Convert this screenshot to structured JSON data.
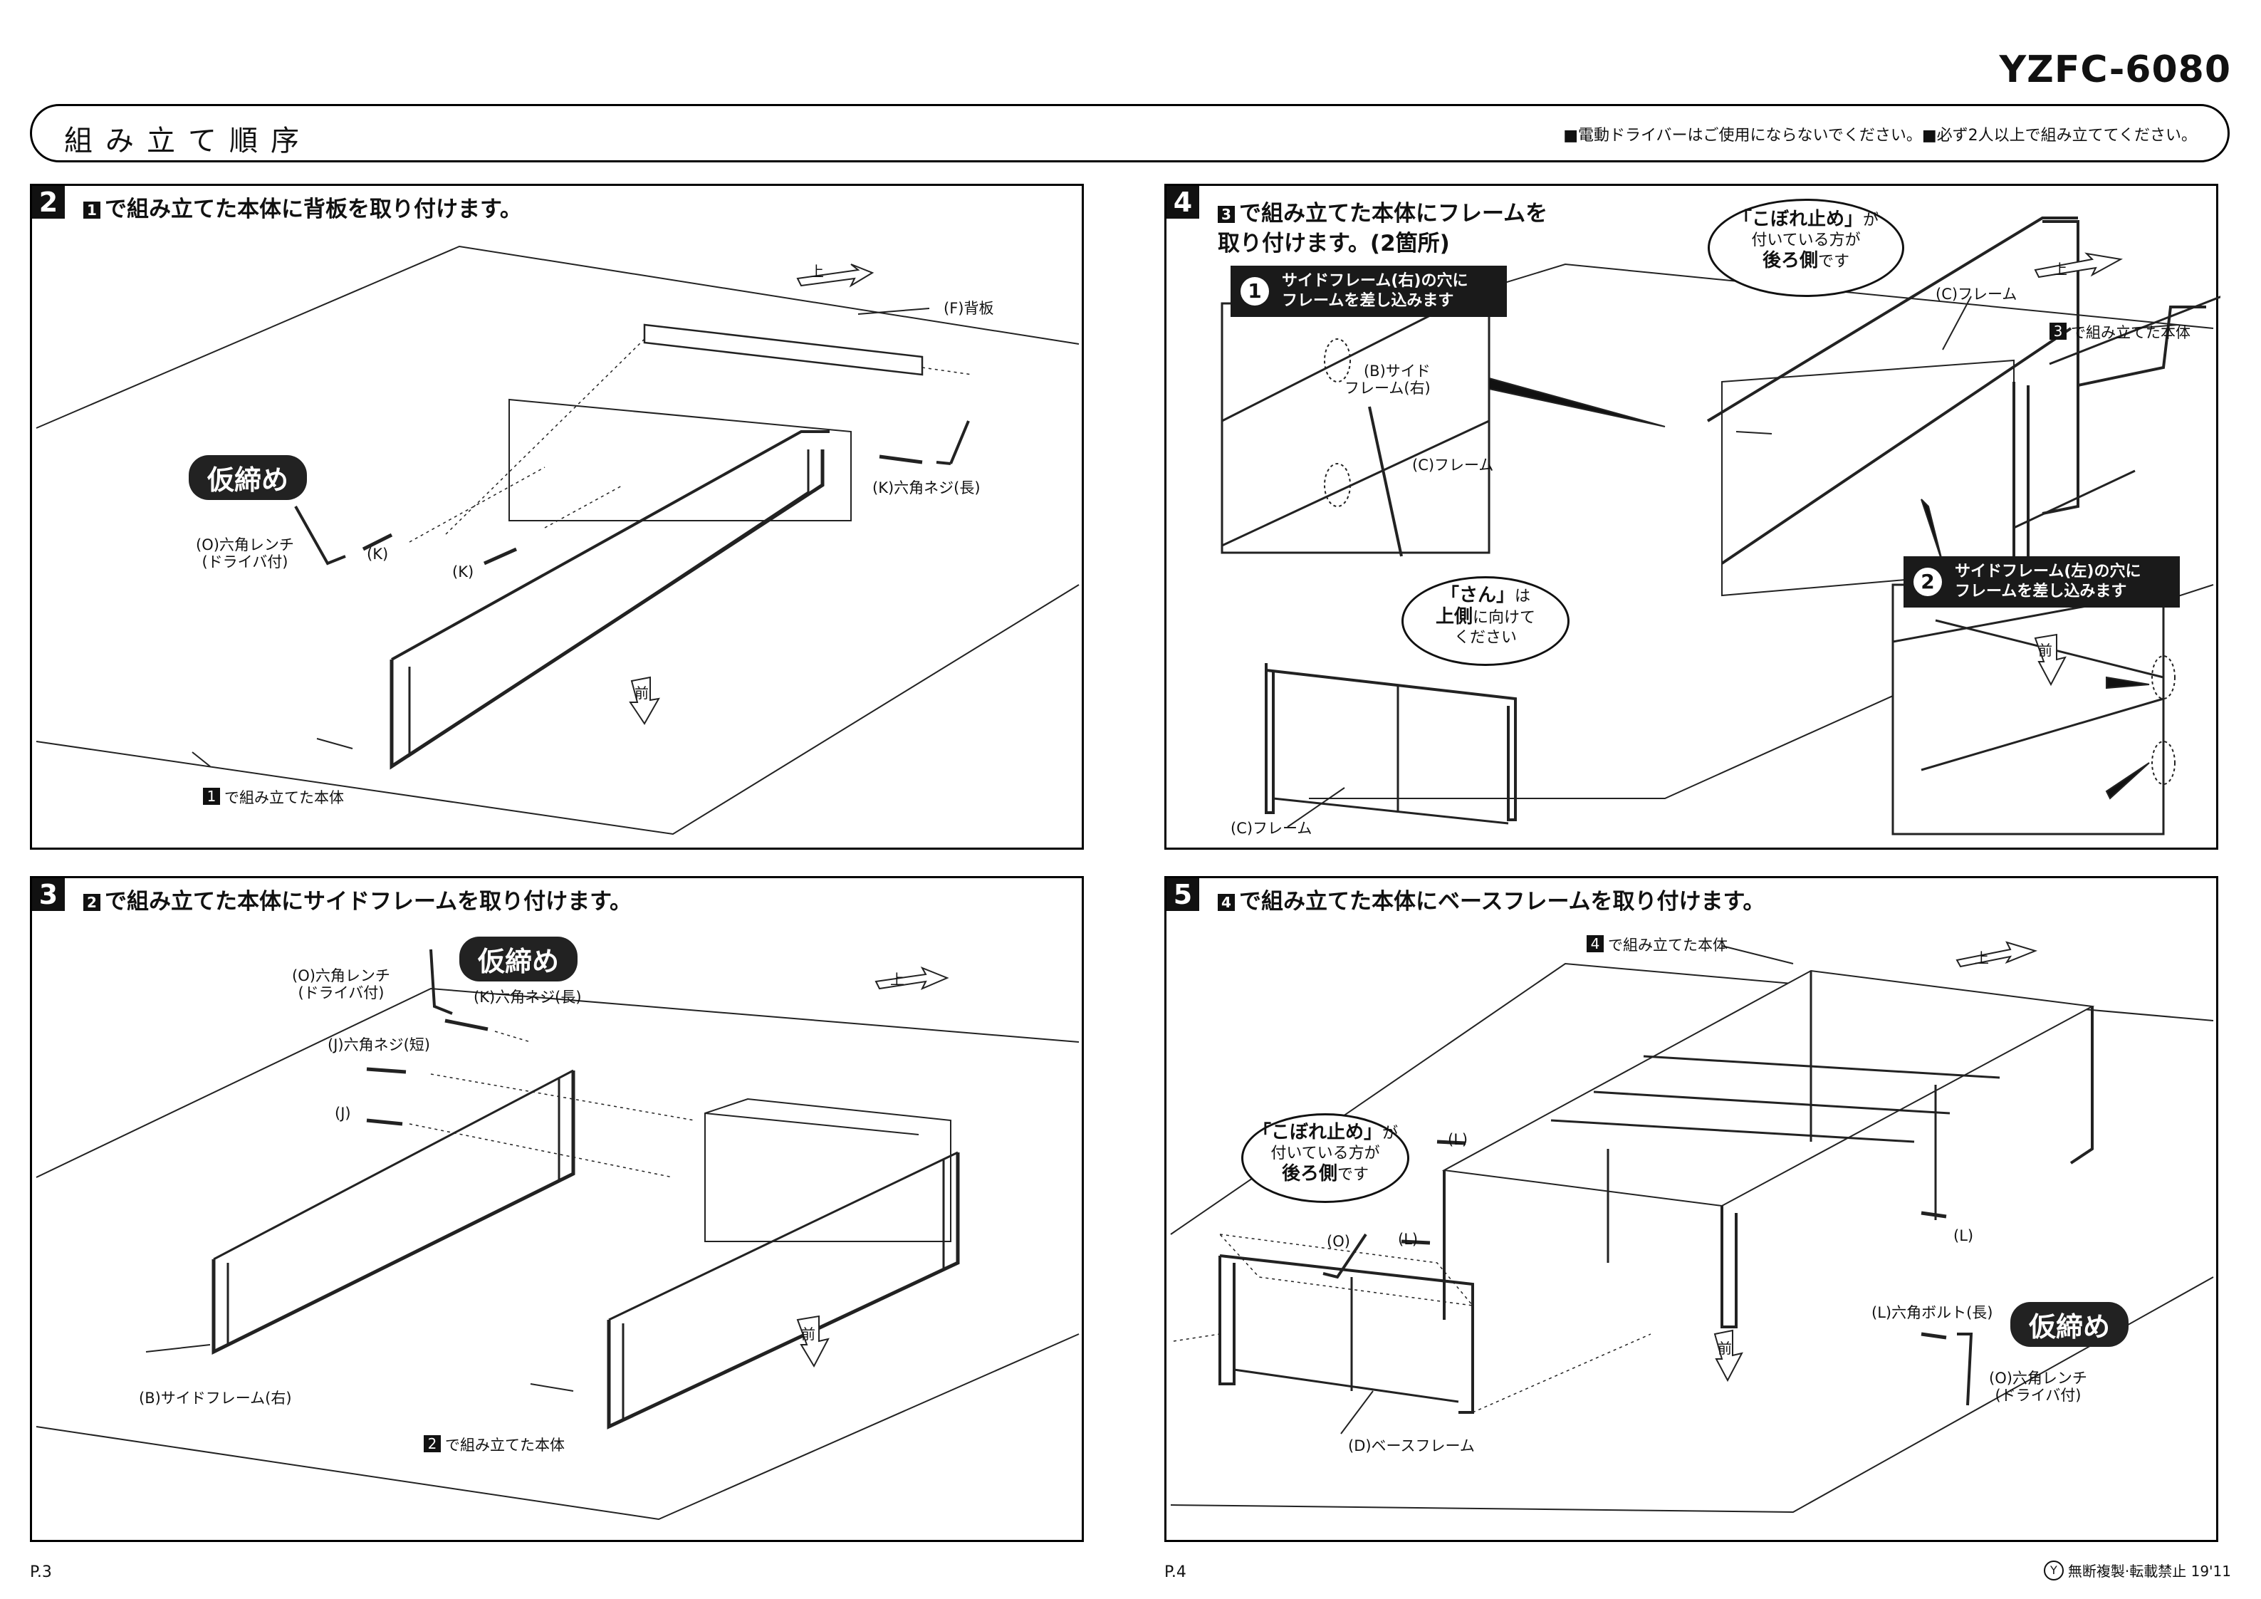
{
  "header": {
    "model": "YZFC-6080",
    "title": "組み立て順序",
    "note": "■電動ドライバーはご使用にならないでください。■必ず2人以上で組み立ててください。"
  },
  "step2": {
    "num": "2",
    "ref": "1",
    "title": "で組み立てた本体に背板を取り付けます。",
    "labels": {
      "back_board": "(F)背板",
      "screw_long": "(K)六角ネジ(長)",
      "wrench": "(O)六角レンチ\n(ドライバ付)",
      "k1": "(K)",
      "k2": "(K)",
      "body_ref": "1",
      "body": "で組み立てた本体",
      "tighten": "仮締め"
    }
  },
  "step3": {
    "num": "3",
    "ref": "2",
    "title": "で組み立てた本体にサイドフレームを取り付けます。",
    "labels": {
      "wrench": "(O)六角レンチ\n(ドライバ付)",
      "tighten": "仮締め",
      "screw_long": "(K)六角ネジ(長)",
      "screw_short": "(J)六角ネジ(短)",
      "j": "(J)",
      "side_frame_right": "(B)サイドフレーム(右)",
      "body_ref": "2",
      "body": "で組み立てた本体"
    }
  },
  "step4": {
    "num": "4",
    "ref": "3",
    "title_line1": "で組み立てた本体にフレームを",
    "title_line2": "取り付けます。(2箇所)",
    "callout1_num": "1",
    "callout1_line1": "サイドフレーム(右)の穴に",
    "callout1_line2": "フレームを差し込みます",
    "callout2_num": "2",
    "callout2_line1": "サイドフレーム(左)の穴に",
    "callout2_line2": "フレームを差し込みます",
    "bubble1_line1_bold": "「こぼれ止め」",
    "bubble1_line1_rest": "が",
    "bubble1_line2": "付いている方が",
    "bubble1_line3_bold": "後ろ側",
    "bubble1_line3_rest": "です",
    "bubble2_line1_bold": "「さん」",
    "bubble2_line1_rest": "は",
    "bubble2_line2_bold": "上側",
    "bubble2_line2_rest": "に向けて",
    "bubble2_line3": "ください",
    "labels": {
      "frame_c_top": "(C)フレーム",
      "body_ref": "3",
      "body": "で組み立てた本体",
      "side_frame_right": "(B)サイド\nフレーム(右)",
      "frame_c_inset": "(C)フレーム",
      "frame_c_bottom": "(C)フレーム"
    }
  },
  "step5": {
    "num": "5",
    "ref": "4",
    "title": "で組み立てた本体にベースフレームを取り付けます。",
    "bubble_line1_bold": "「こぼれ止め」",
    "bubble_line1_rest": "が",
    "bubble_line2": "付いている方が",
    "bubble_line3_bold": "後ろ側",
    "bubble_line3_rest": "です",
    "labels": {
      "body_ref": "4",
      "body": "で組み立てた本体",
      "l1": "(L)",
      "l2": "(L)",
      "l3": "(L)",
      "o": "(O)",
      "bolt_long": "(L)六角ボルト(長)",
      "tighten": "仮締め",
      "wrench": "(O)六角レンチ\n(ドライバ付)",
      "base_frame": "(D)ベースフレーム"
    }
  },
  "direction": {
    "up": "上",
    "front": "前"
  },
  "footer": {
    "page_left": "P.3",
    "page_right": "P.4",
    "copyright": "無断複製·転載禁止 19'11",
    "logo_letter": "Y"
  }
}
